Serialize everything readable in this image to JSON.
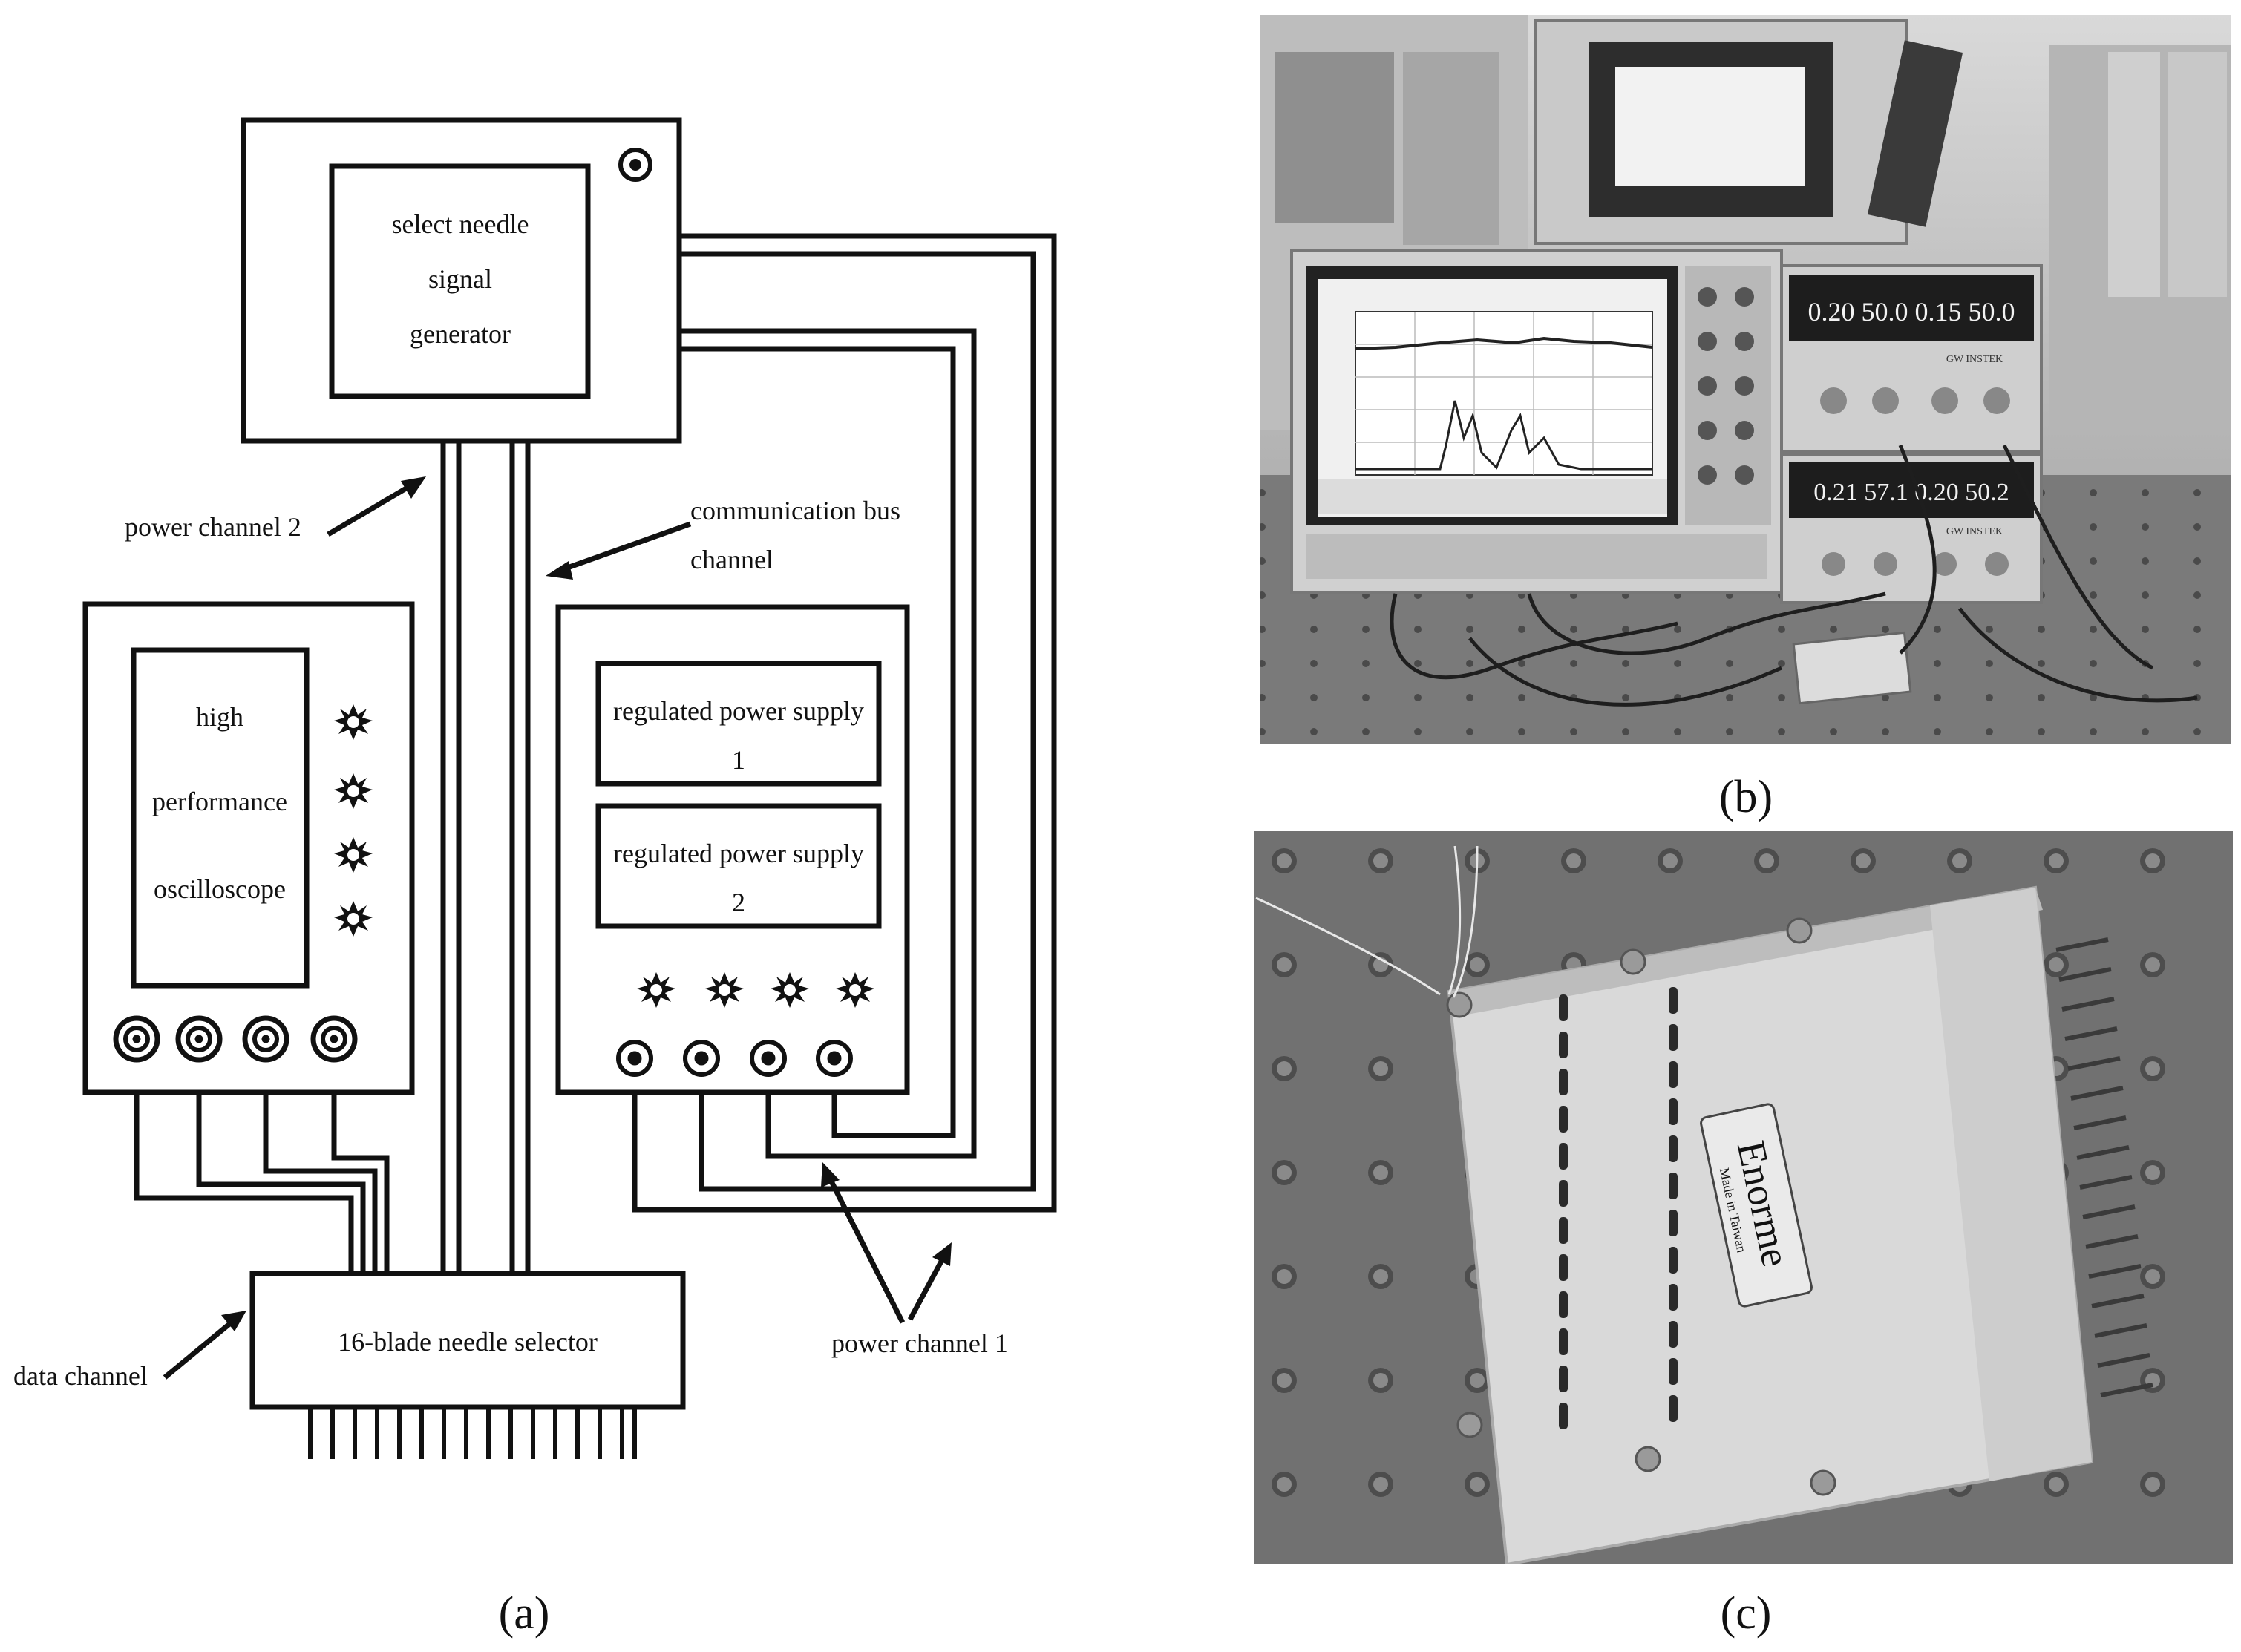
{
  "diagram": {
    "generator": {
      "line1": "select needle",
      "line2": "signal",
      "line3": "generator"
    },
    "oscilloscope": {
      "line1": "high",
      "line2": "performance",
      "line3": "oscilloscope"
    },
    "power_supply_1": {
      "line1": "regulated power supply",
      "line2": "1"
    },
    "power_supply_2": {
      "line1": "regulated power supply",
      "line2": "2"
    },
    "selector": {
      "label": "16-blade needle selector"
    },
    "labels": {
      "power_channel_2": "power channel 2",
      "comm_bus_line1": "communication bus",
      "comm_bus_line2": "channel",
      "data_channel": "data channel",
      "power_channel_1": "power channel 1"
    }
  },
  "photo_b": {
    "scope_readout_1": "0.20 50.0 0.15 50.0",
    "scope_readout_2": "0.21 57.1 0.20 50.2",
    "brand_1": "GW INSTEK",
    "brand_2": "GW INSTEK"
  },
  "photo_c": {
    "brand": "Enorme",
    "sub": "Made in Taiwan"
  },
  "panel_labels": {
    "a": "(a)",
    "b": "(b)",
    "c": "(c)"
  },
  "colors": {
    "ink": "#111111",
    "photo_bg": "#6e6e6e"
  }
}
